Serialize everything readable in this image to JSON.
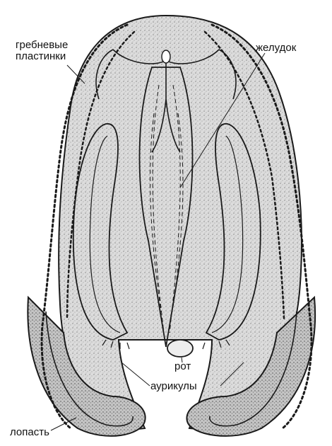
{
  "labels": {
    "comb_plates_line1": "гребневые",
    "comb_plates_line2": "пластинки",
    "stomach": "желудок",
    "mouth": "рот",
    "auricles": "аурикулы",
    "lobe": "лопасть"
  },
  "colors": {
    "ink": "#1a1a1a",
    "body_fill": "#d9d9d9",
    "lobe_fill": "#c8c8c8",
    "background": "#ffffff"
  }
}
